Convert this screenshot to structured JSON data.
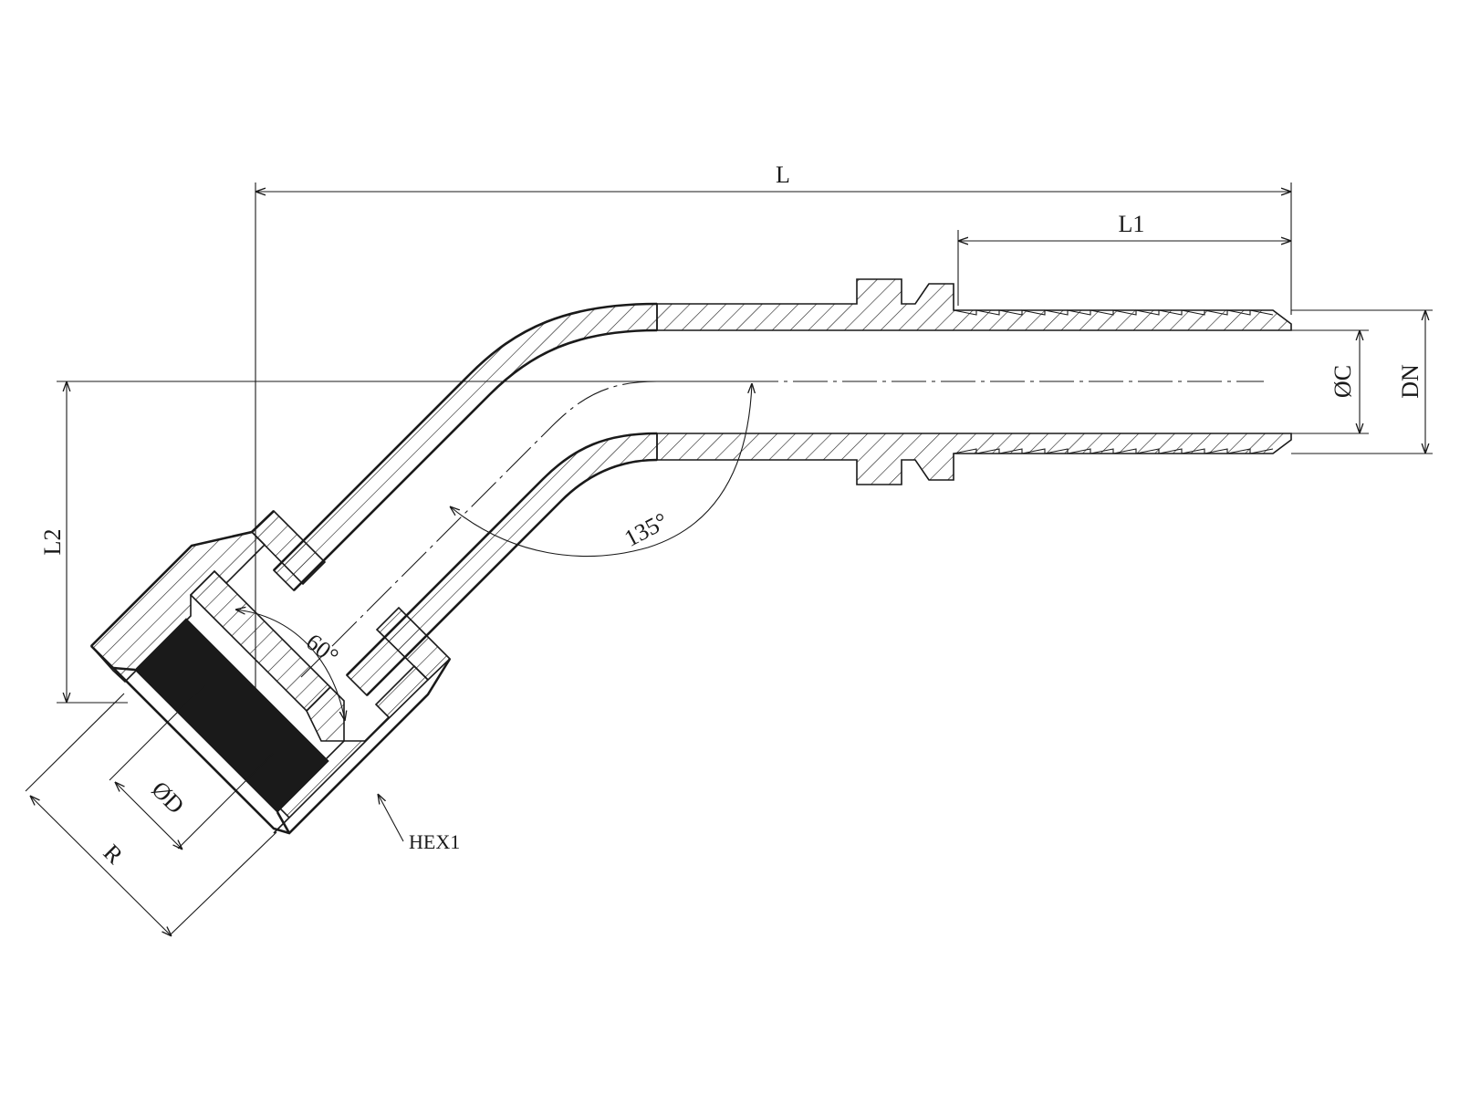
{
  "labels": {
    "L": "L",
    "L1": "L1",
    "L2": "L2",
    "C": "ØC",
    "DN": "DN",
    "D": "ØD",
    "R": "R",
    "HEX1": "HEX1",
    "angle_135": "135°",
    "angle_60": "60°"
  }
}
